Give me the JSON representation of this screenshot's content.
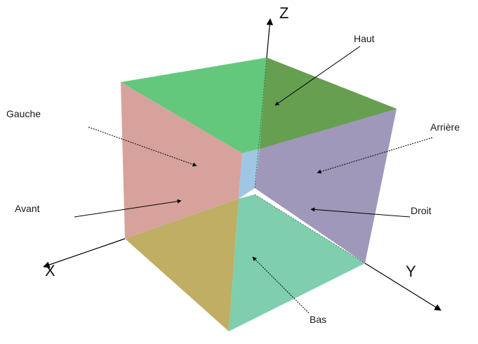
{
  "axes": {
    "x_label": "X",
    "y_label": "Y",
    "z_label": "Z"
  },
  "faces": {
    "haut": {
      "label": "Haut",
      "color_light": "#63c87c",
      "color_dark": "#669f50"
    },
    "gauche": {
      "label": "Gauche",
      "color": "#d7a29c"
    },
    "arriere": {
      "label": "Arrière",
      "color": "#a098ba"
    },
    "avant": {
      "label": "Avant",
      "color": "#d7a29c"
    },
    "droit": {
      "label": "Droit",
      "color": "#a098ba"
    },
    "bas": {
      "label": "Bas",
      "color_dark": "#bfae64",
      "color_light": "#7fcfae"
    },
    "inner": {
      "color": "#9fc6e4"
    }
  }
}
